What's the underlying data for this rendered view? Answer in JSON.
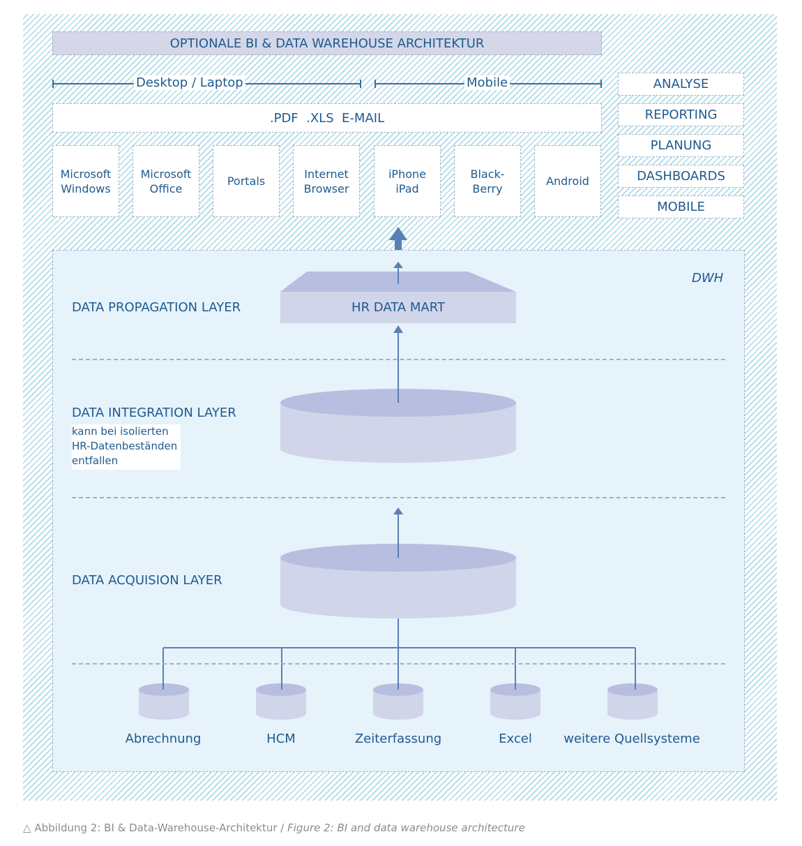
{
  "header": {
    "title": "OPTIONALE BI & DATA WAREHOUSE ARCHITEKTUR"
  },
  "devices": {
    "desktop_label": "Desktop / Laptop",
    "mobile_label": "Mobile"
  },
  "formats": {
    "label": ".PDF  .XLS  E-MAIL"
  },
  "clients": [
    {
      "line1": "Microsoft",
      "line2": "Windows"
    },
    {
      "line1": "Microsoft",
      "line2": "Office"
    },
    {
      "line1": "Portals",
      "line2": ""
    },
    {
      "line1": "Internet",
      "line2": "Browser"
    },
    {
      "line1": "iPhone",
      "line2": "iPad"
    },
    {
      "line1": "Black-",
      "line2": "Berry"
    },
    {
      "line1": "Android",
      "line2": ""
    }
  ],
  "functions": [
    "ANALYSE",
    "REPORTING",
    "PLANUNG",
    "DASHBOARDS",
    "MOBILE"
  ],
  "dwh": {
    "label": "DWH",
    "propagation_layer": "DATA PROPAGATION LAYER",
    "data_mart": "HR DATA MART",
    "integration_layer": "DATA INTEGRATION LAYER",
    "integration_note": "kann bei isolierten\nHR-Datenbeständen\nentfallen",
    "acquisition_layer": "DATA ACQUISION LAYER"
  },
  "sources": [
    "Abrechnung",
    "HCM",
    "Zeiterfassung",
    "Excel",
    "weitere Quellsysteme"
  ],
  "caption": {
    "icon": "triangle-outline-icon",
    "symbol": "△",
    "german": "Abbildung 2: BI & Data-Warehouse-Architektur / ",
    "english": "Figure 2: BI and data warehouse architecture"
  },
  "colors": {
    "text": "#1f5a8e",
    "hatch": "#b9dfe9",
    "panel": "#e6f3fb",
    "shape_fill": "#d0d5e9",
    "shape_top": "#b8bedf",
    "arrow": "#5a7fb2"
  }
}
